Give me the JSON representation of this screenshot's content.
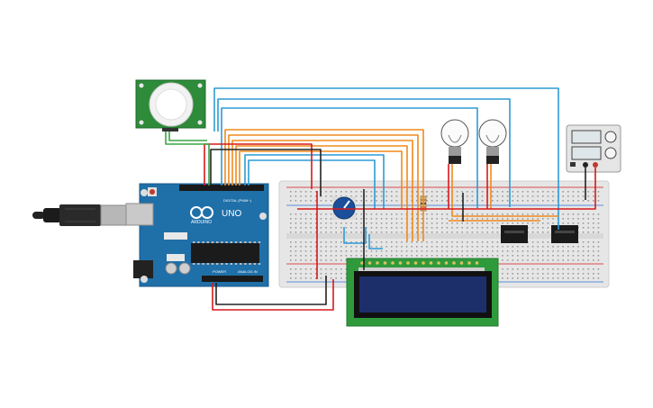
{
  "colors": {
    "background": "#ffffff",
    "arduino_board": "#1f6fa8",
    "breadboard": "#e6e6e6",
    "pir_board": "#2e8b3a",
    "lcd_frame": "#2f9a3c",
    "lcd_screen": "#1d2f6b",
    "wire_blue": "#2d9bd6",
    "wire_orange": "#f08a1c",
    "wire_red": "#d7191c",
    "wire_black": "#222222",
    "wire_green": "#3aa544"
  },
  "arduino": {
    "logo_text": "ARDUINO",
    "model_text": "UNO",
    "digital_label": "DIGITAL (PWM~)",
    "power_label": "POWER",
    "analog_label": "ANALOG IN"
  },
  "components": {
    "pir_sensor": "pir-sensor",
    "potentiometer": "potentiometer",
    "lcd": "lcd-16x2",
    "bulbs": [
      "light-bulb-1",
      "light-bulb-2"
    ],
    "relays": [
      "relay-1",
      "relay-2"
    ],
    "power_supply": "power-supply"
  }
}
